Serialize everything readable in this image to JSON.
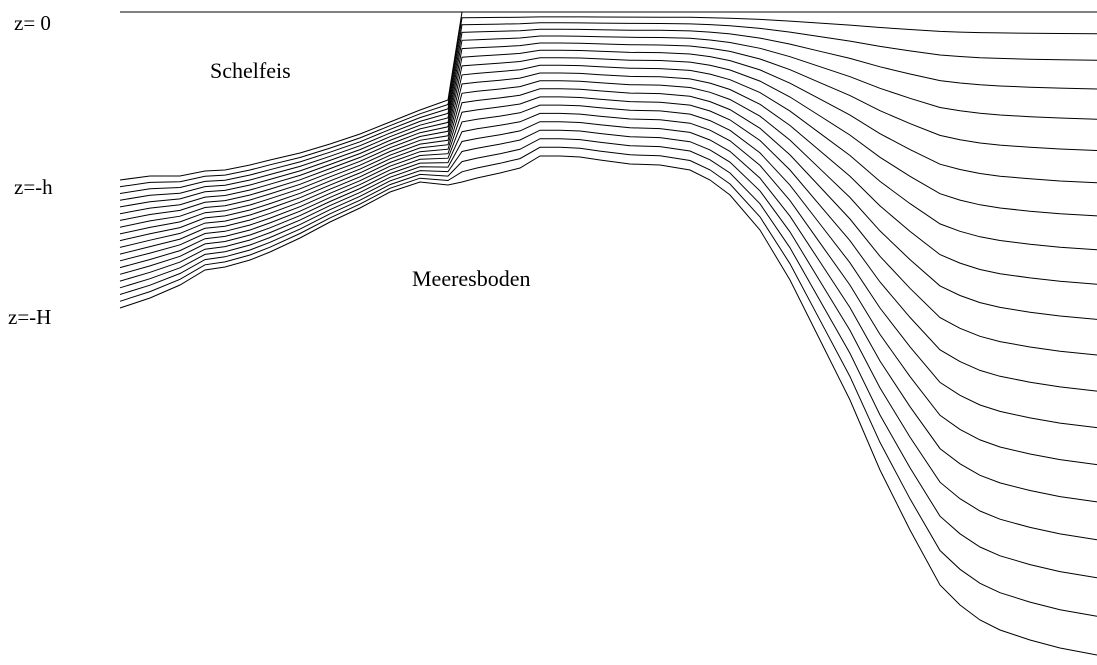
{
  "labels": {
    "surface": "z= 0",
    "ice_base": "z=-h",
    "seafloor": "z=-H",
    "ice": "Schelfeis",
    "floor": "Meeresboden"
  },
  "layers": 20,
  "stroke_color": "#000000",
  "background": "#ffffff"
}
